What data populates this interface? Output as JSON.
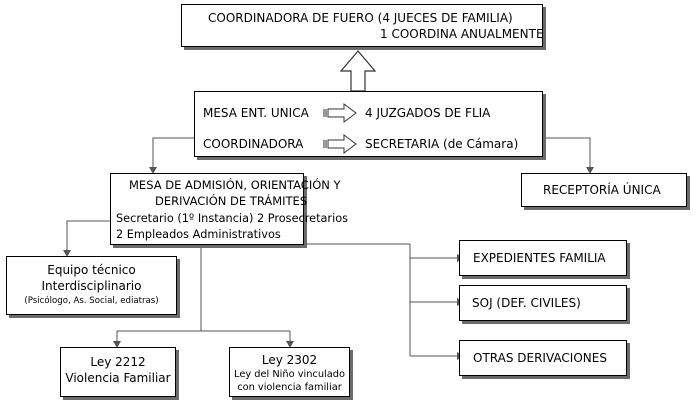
{
  "coordinadora_fuero": {
    "line1": "COORDINADORA DE FUERO   (4 JUECES DE FAMILIA)",
    "line2": "1 COORDINA ANUALMENTE"
  },
  "mesa_entradas": {
    "row1_label": "MESA  ENT. UNICA",
    "row1_target": "4 JUZGADOS DE FLIA",
    "row2_label": "COORDINADORA",
    "row2_target": "SECRETARIA (de Cámara)"
  },
  "mesa_admision": {
    "title_line1": "MESA DE  ADMISIÓN, ORIENTACIÓN Y",
    "title_line2": "DERIVACIÓN  DE TRÁMITES",
    "staff_line1": "Secretario (1º Instancia) 2 Prosecretarios",
    "staff_line2": "2 Empleados Administrativos"
  },
  "receptoria": {
    "label": "RECEPTORÍA ÚNICA"
  },
  "equipo_tecnico": {
    "line1": "Equipo técnico",
    "line2": "Interdisciplinario",
    "line3": "(Psicólogo, As. Social,  ediatras)"
  },
  "ley_2212": {
    "line1": "Ley 2212",
    "line2": "Violencia Familiar"
  },
  "ley_2302": {
    "line1": "Ley 2302",
    "line2": "Ley del Niño vinculado",
    "line3": "con violencia familiar"
  },
  "derivaciones": {
    "expedientes": "EXPEDIENTES FAMILIA",
    "soj": "SOJ (DEF. CIVILES)",
    "otras": "OTRAS DERIVACIONES"
  }
}
